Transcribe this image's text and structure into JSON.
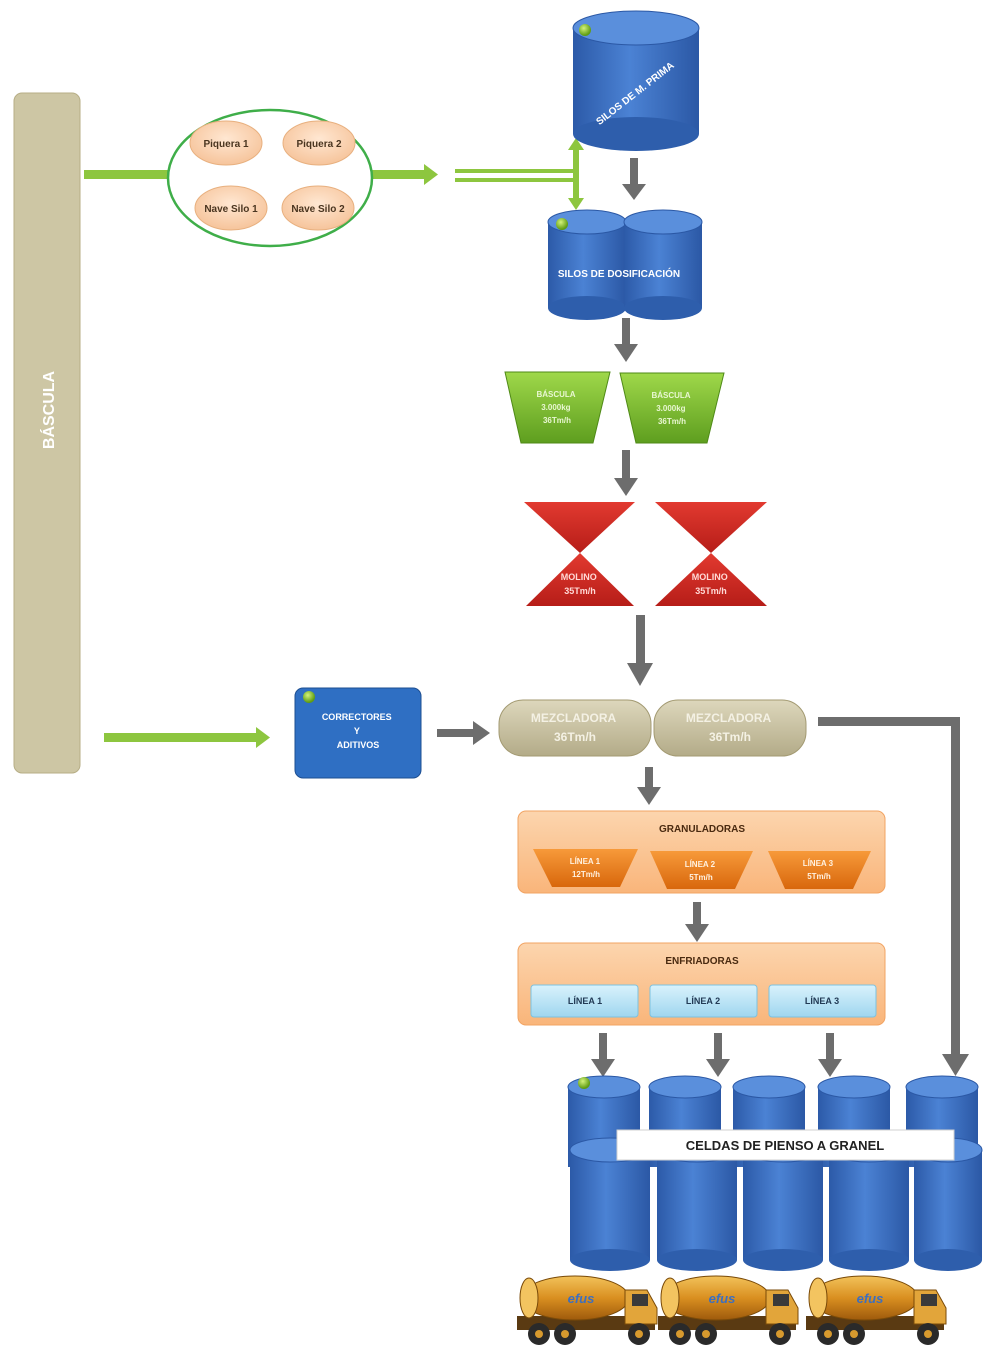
{
  "bascula_bar": {
    "label": "BÁSCULA"
  },
  "reception": {
    "items": [
      "Piquera 1",
      "Piquera 2",
      "Nave Silo 1",
      "Nave Silo 2"
    ]
  },
  "silo_prima": {
    "label": "SILOS DE M. PRIMA"
  },
  "silos_dosificacion": {
    "label": "SILOS DE DOSIFICACIÓN"
  },
  "basculas": [
    {
      "lines": [
        "BÁSCULA",
        "3.000kg",
        "36Tm/h"
      ]
    },
    {
      "lines": [
        "BÁSCULA",
        "3.000kg",
        "36Tm/h"
      ]
    }
  ],
  "molinos": [
    {
      "lines": [
        "MOLINO",
        "35Tm/h"
      ]
    },
    {
      "lines": [
        "MOLINO",
        "35Tm/h"
      ]
    }
  ],
  "correctores": {
    "lines": [
      "CORRECTORES",
      "Y",
      "ADITIVOS"
    ]
  },
  "mezcladoras": [
    {
      "lines": [
        "MEZCLADORA",
        "36Tm/h"
      ]
    },
    {
      "lines": [
        "MEZCLADORA",
        "36Tm/h"
      ]
    }
  ],
  "granuladoras": {
    "title": "GRANULADORAS",
    "lines": [
      {
        "lines": [
          "LÍNEA 1",
          "12Tm/h"
        ]
      },
      {
        "lines": [
          "LÍNEA 2",
          "5Tm/h"
        ]
      },
      {
        "lines": [
          "LÍNEA 3",
          "5Tm/h"
        ]
      }
    ]
  },
  "enfriadoras": {
    "title": "ENFRIADORAS",
    "lines": [
      "LÍNEA 1",
      "LÍNEA 2",
      "LÍNEA 3"
    ]
  },
  "celdas": {
    "label": "CELDAS DE PIENSO A GRANEL"
  },
  "trucks": [
    {
      "brand": "efus"
    },
    {
      "brand": "efus"
    },
    {
      "brand": "efus"
    }
  ],
  "colors": {
    "bascula_bar": "#cdc6a4",
    "green_arrow": "#8dc63f",
    "gray_arrow": "#6d6d6d",
    "silo_blue": "#3c6fc0",
    "bascula_green": "#7fbf2f",
    "molino_red": "#d42a22",
    "correctores_blue": "#2f6fc3",
    "mezcladora": "#c9c2a2",
    "orange_panel": "#fbc89a",
    "orange_trap": "#ef7f1a",
    "enfriadora_cell": "#bfe6f7",
    "truck_tank": "#e2a53a"
  }
}
